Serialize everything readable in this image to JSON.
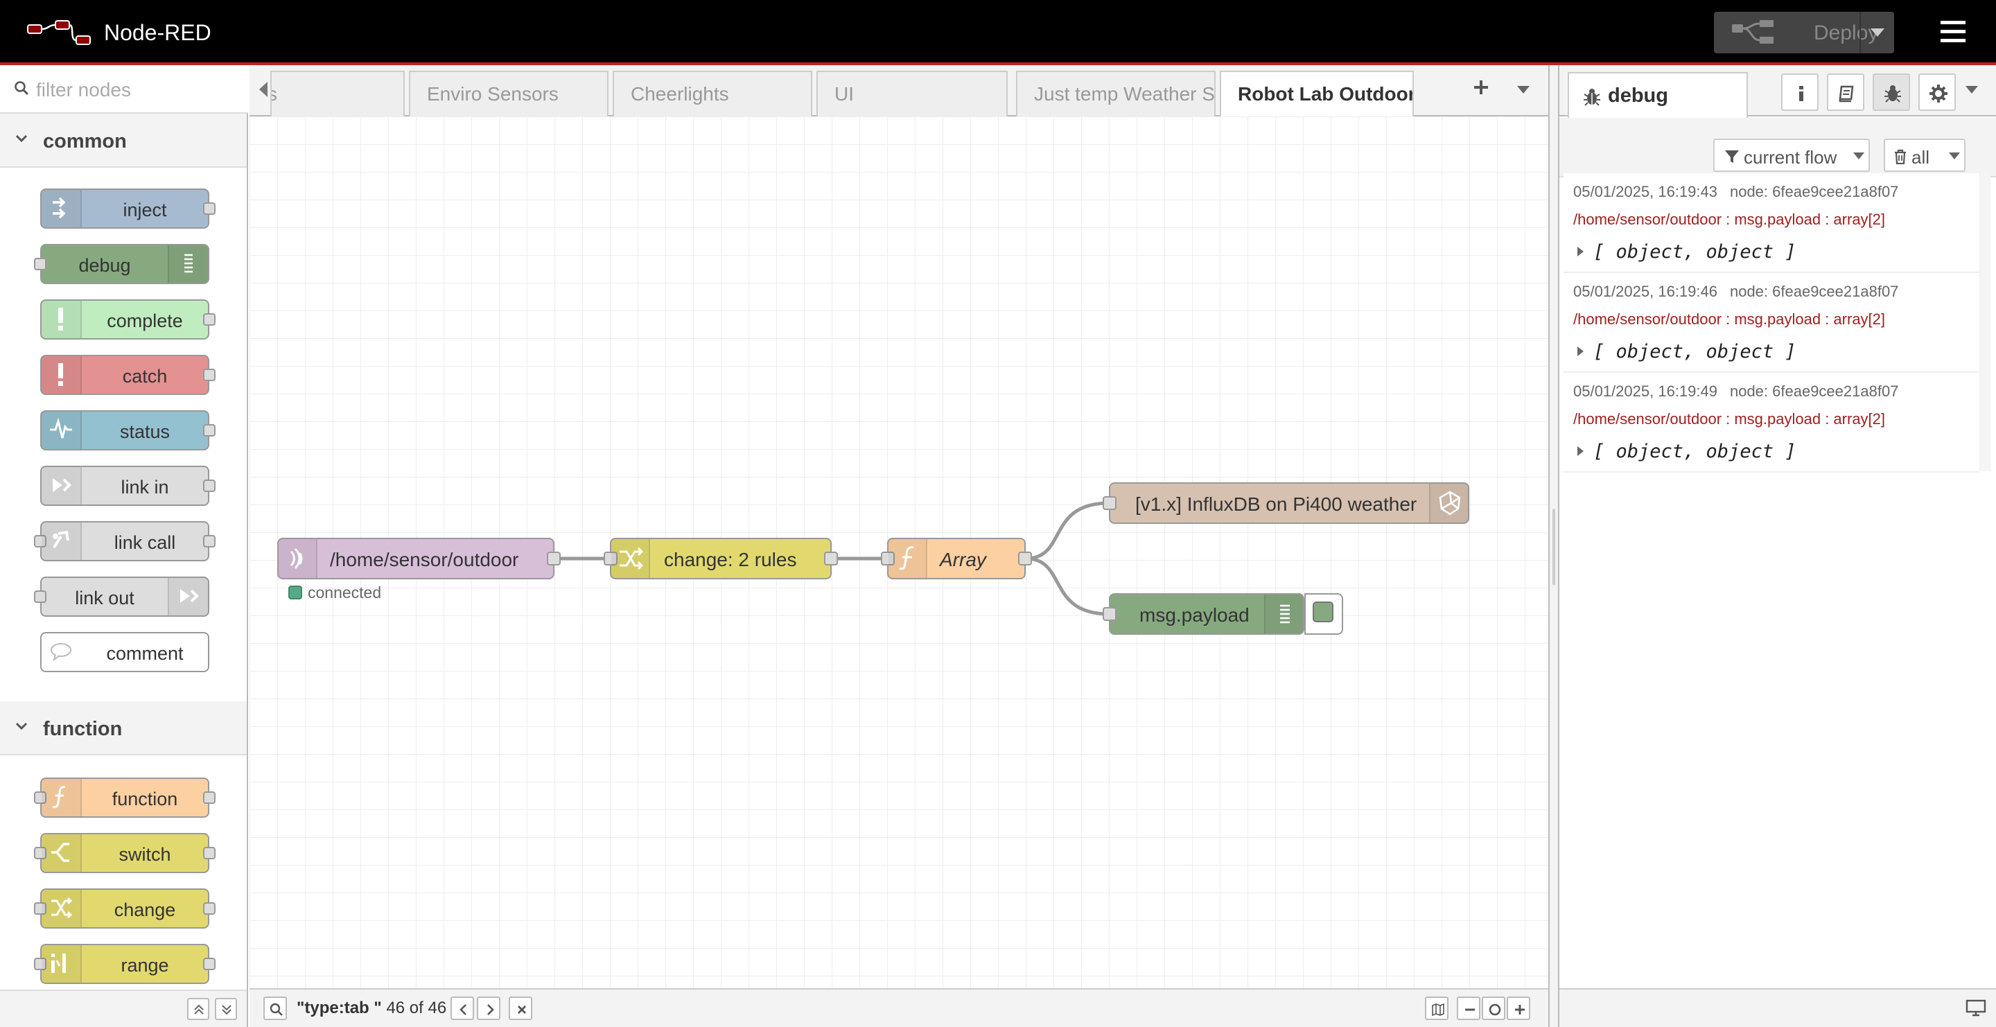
{
  "header": {
    "title": "Node-RED",
    "deploy_label": "Deploy"
  },
  "palette": {
    "filter_placeholder": "filter nodes",
    "categories": [
      {
        "title": "common",
        "nodes": [
          "inject",
          "debug",
          "complete",
          "catch",
          "status",
          "link in",
          "link call",
          "link out",
          "comment"
        ]
      },
      {
        "title": "function",
        "nodes": [
          "function",
          "switch",
          "change",
          "range"
        ]
      }
    ]
  },
  "tabs": [
    {
      "label": "s",
      "active": false
    },
    {
      "label": "Enviro Sensors",
      "active": false
    },
    {
      "label": "Cheerlights",
      "active": false
    },
    {
      "label": "UI",
      "active": false
    },
    {
      "label": "Just temp Weather S",
      "active": false
    },
    {
      "label": "Robot Lab Outdoor",
      "active": true
    }
  ],
  "flow": {
    "nodes": [
      {
        "id": "mqtt-in",
        "label": "/home/sensor/outdoor",
        "status": "connected"
      },
      {
        "id": "change",
        "label": "change: 2 rules"
      },
      {
        "id": "function",
        "label": "Array"
      },
      {
        "id": "influx",
        "label": "[v1.x] InfluxDB on Pi400 weather"
      },
      {
        "id": "debug",
        "label": "msg.payload"
      }
    ]
  },
  "workspace_footer": {
    "search_text": "\"type:tab \"",
    "search_count": "46 of 46"
  },
  "sidebar": {
    "active_tab": "debug",
    "filter_label": "current flow",
    "clear_label": "all",
    "messages": [
      {
        "time": "05/01/2025, 16:19:43",
        "node": "node: 6feae9cee21a8f07",
        "topic": "/home/sensor/outdoor : msg.payload : array[2]",
        "payload": "[ object, object ]"
      },
      {
        "time": "05/01/2025, 16:19:46",
        "node": "node: 6feae9cee21a8f07",
        "topic": "/home/sensor/outdoor : msg.payload : array[2]",
        "payload": "[ object, object ]"
      },
      {
        "time": "05/01/2025, 16:19:49",
        "node": "node: 6feae9cee21a8f07",
        "topic": "/home/sensor/outdoor : msg.payload : array[2]",
        "payload": "[ object, object ]"
      }
    ]
  },
  "colors": {
    "header_bg": "#000000",
    "header_accent": "#c02020",
    "inject": "#a6bbcf",
    "debug": "#87a980",
    "complete": "#c0edc0",
    "catch": "#e49191",
    "status": "#94c1d0",
    "link": "#dddddd",
    "comment": "#ffffff",
    "function": "#fdd0a2",
    "switch_change_range": "#e2d96e",
    "mqtt": "#d8bfd8",
    "influxdb": "#d6c1b0",
    "debug_topic": "#a02020"
  },
  "icons": [
    "logo-icon",
    "deploy-icon",
    "hamburger-menu-icon",
    "search-icon",
    "chevron-down-icon",
    "inject-icon",
    "debug-list-icon",
    "alert-icon",
    "pulse-icon",
    "link-icon",
    "comment-icon",
    "function-icon",
    "switch-icon",
    "shuffle-icon",
    "range-icon",
    "mqtt-icon",
    "influxdb-icon",
    "bug-icon",
    "info-icon",
    "book-icon",
    "gear-icon",
    "filter-icon",
    "trash-icon",
    "map-icon",
    "zoom-out-icon",
    "zoom-reset-icon",
    "zoom-in-icon",
    "monitor-icon"
  ]
}
